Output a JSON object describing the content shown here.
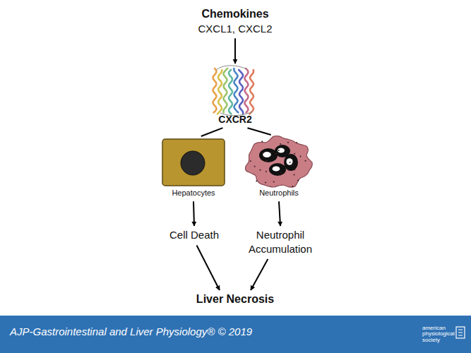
{
  "diagram": {
    "nodes": [
      {
        "text": [
          "Chemokines",
          "CXCL1, CXCL2"
        ]
      },
      {
        "text": [
          "CXCR2"
        ]
      },
      {
        "text": [
          "Hepatocytes"
        ]
      },
      {
        "text": [
          "Neutrophils"
        ]
      },
      {
        "text": [
          "Cell Death"
        ]
      },
      {
        "text": [
          "Neutrophil Accumulation"
        ]
      },
      {
        "text": [
          "Liver Necrosis"
        ]
      }
    ],
    "edges": [
      {
        "from": 0,
        "to": 1,
        "arrow": "to"
      },
      {
        "from": 1,
        "to": 2,
        "arrow": "none"
      },
      {
        "from": 1,
        "to": 3,
        "arrow": "none"
      },
      {
        "from": 2,
        "to": 4,
        "arrow": "to"
      },
      {
        "from": 3,
        "to": 5,
        "arrow": "to"
      },
      {
        "from": 4,
        "to": 6,
        "arrow": "to"
      },
      {
        "from": 5,
        "to": 6,
        "arrow": "to"
      }
    ],
    "labels": [
      "AJP-Gastrointestinal and Liver Physiology® © 2019",
      "american physiological society"
    ]
  }
}
